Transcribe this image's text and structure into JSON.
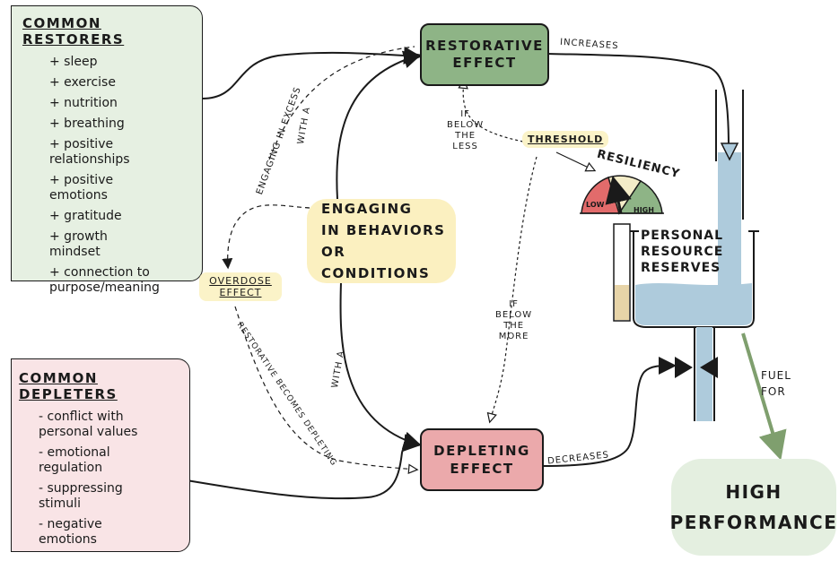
{
  "restorers": {
    "title": "COMMON RESTORERS",
    "items": [
      "+ sleep",
      "+ exercise",
      "+ nutrition",
      "+ breathing",
      "+ positive\nrelationships",
      "+ positive\nemotions",
      "+ gratitude",
      "+ growth\nmindset",
      "+ connection to\npurpose/meaning"
    ]
  },
  "depleters": {
    "title": "COMMON DEPLETERS",
    "items": [
      "- conflict with\npersonal values",
      "- emotional\nregulation",
      "- suppressing\nstimuli",
      "- negative\nemotions"
    ]
  },
  "nodes": {
    "restorative": "RESTORATIVE\nEFFECT",
    "depleting": "DEPLETING\nEFFECT",
    "engaging": "ENGAGING\nIN BEHAVIORS\nOR CONDITIONS",
    "high_performance": "HIGH\nPERFORMANCE"
  },
  "labels": {
    "increases": "INCREASES",
    "decreases": "DECREASES",
    "with_a_top": "WITH A",
    "with_a_bottom": "WITH A",
    "engaging_excess": "ENGAGING IN EXCESS",
    "overdose": "OVERDOSE\nEFFECT",
    "restorative_becomes": "RESTORATIVE BECOMES DEPLETING",
    "if_below_less": "IF\nBELOW\nTHE\nLESS",
    "if_below_more": "IF\nBELOW\nTHE\nMORE",
    "threshold": "THRESHOLD",
    "resiliency": "RESILIENCY",
    "low": "LOW",
    "high": "HIGH",
    "reserves": "PERSONAL\nRESOURCE\nRESERVES",
    "fuel_for": "FUEL\nFOR"
  },
  "colors": {
    "restorers_bg": "#e6f0e2",
    "depleters_bg": "#f9e4e6",
    "restorative_bg": "#8eb486",
    "depleting_bg": "#eba9ab",
    "engaging_bg": "#fbf0c0",
    "perf_bg": "#e4efe0",
    "water": "#aecbdc",
    "arrow_green": "#7f9f6e",
    "gauge_red": "#e26b6b",
    "gauge_yellow": "#f4edc8",
    "gauge_green": "#8eb486"
  }
}
